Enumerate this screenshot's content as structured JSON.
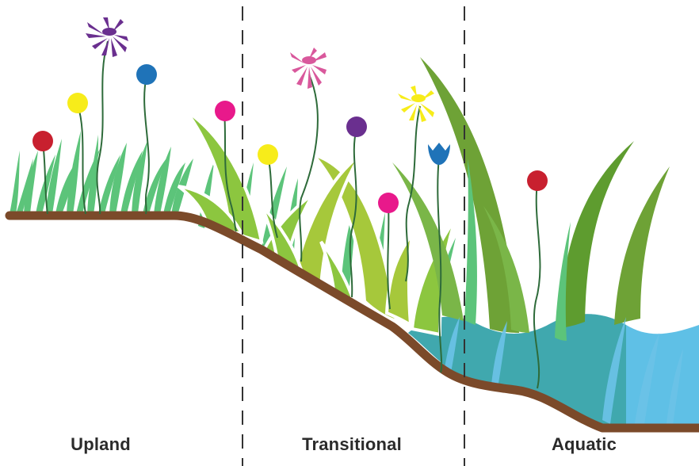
{
  "zones": [
    {
      "label": "Upland"
    },
    {
      "label": "Transitional"
    },
    {
      "label": "Aquatic"
    }
  ],
  "colors": {
    "soil": "#7b4a2a",
    "water": "#5fc0e6",
    "water_deep": "#3ba3a3",
    "grass_light": "#5cc47a",
    "grass_mid": "#7ab648",
    "grass_lime": "#a6c83b",
    "grass_dark": "#5e9c2f",
    "flower_red": "#c8202f",
    "flower_yellow": "#f7ec1a",
    "flower_blue": "#1f73b8",
    "flower_purple": "#6a2f8f",
    "flower_pink": "#e8198b",
    "flower_rose": "#d9589c",
    "stem": "#2e6b3a",
    "divider": "#333333"
  },
  "icons": [
    "grass-blade-icon",
    "round-flower-icon",
    "daisy-flower-icon",
    "tulip-icon",
    "water-wave-icon",
    "soil-line-icon"
  ]
}
